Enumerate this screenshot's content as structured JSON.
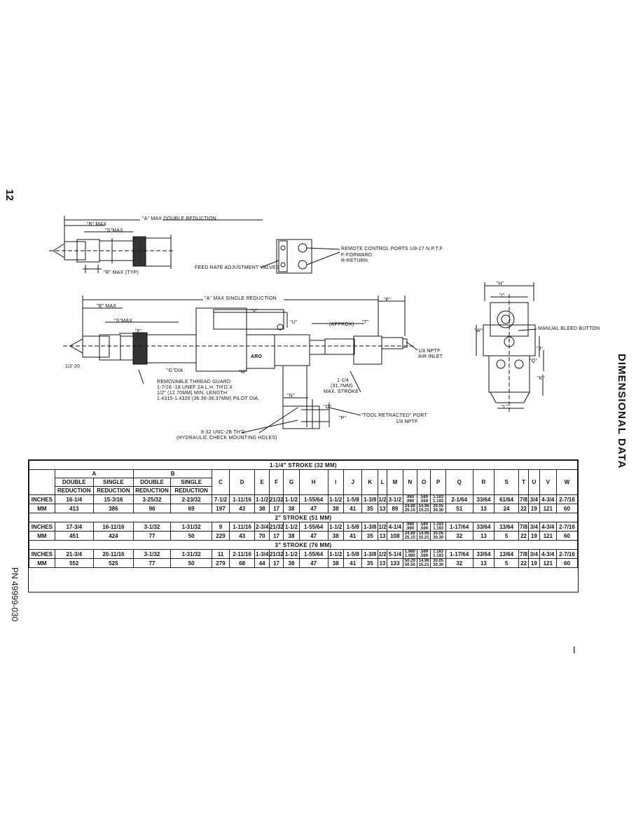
{
  "page": {
    "page_number": "12",
    "side_title": "DIMENSIONAL DATA",
    "part_number": "PN 49999-030"
  },
  "drawings": {
    "top": {
      "a_max_double": "\"A\" MAX DOUBLE REDUCTION",
      "b_max": "\"B\" MAX",
      "s_max": "\"S\"MAX",
      "r_max": "\"R\" MAX (TYP)",
      "feed_rate": "FEED RATE ADJUSTMENT VALVES",
      "remote_ports": "REMOTE CONTROL PORTS 1/8-27 N.P.T.F.",
      "forward": "F-FORWARD",
      "return": "R-RETURN"
    },
    "middle": {
      "a_max_single": "\"A\" MAX SINGLE REDUCTION",
      "b_max": "\"B\" MAX",
      "s_max": "\"S\"MAX",
      "f": "\"F\"",
      "e": "\"E\"",
      "v": "\"V\"",
      "u": "\"U\"",
      "t": "\"T\"",
      "approx": "(APPROX)",
      "half20": "1/2-20",
      "g_dia": "\"G\"DIA",
      "m": "\"M\"",
      "n": "\"N\"",
      "o": "\"O\"",
      "p": "\"P\"",
      "brand": "ARO",
      "guard_1": "REMOVABLE THREAD GUARD",
      "guard_2": "1-7/16 -18 UNEF 2A L.H. TH'D.X",
      "guard_3": "1/2\" (12.70MM) MIN. LENGTH",
      "guard_4": "1.4315-1.4320 (36.36-36.37MM) PILOT DIA.",
      "max_stroke_1": "1-1/4",
      "max_stroke_2": "(31.7MM)",
      "max_stroke_3": "MAX. STROKE",
      "air_inlet_1": "1/8 NPTF",
      "air_inlet_2": "AIR INLET",
      "tool_retracted_1": "\"TOOL RETRACTED\" PORT",
      "tool_retracted_2": "1/8 NPTF",
      "check_1": "8-32 UNC-2B TH'D.",
      "check_2": "(HYDRAULIC CHECK MOUNTING HOLES)"
    },
    "end_view": {
      "h": "\"H\"",
      "i": "\"I\"",
      "w": "\"W\"",
      "j": "\"J\"",
      "q": "\"Q\"",
      "k": "\"K\"",
      "l": "\"L\"",
      "bleed": "MANUAL BLEED BUTTON"
    }
  },
  "table": {
    "top_stroke": "1-1/4\" STROKE (32 MM)",
    "group_a": "A",
    "group_b": "B",
    "sub_headers": {
      "a_double_1": "DOUBLE",
      "a_double_2": "REDUCTION",
      "a_single_1": "SINGLE",
      "a_single_2": "REDUCTION",
      "b_double_1": "DOUBLE",
      "b_double_2": "REDUCTION",
      "b_single_1": "SINGLE",
      "b_single_2": "REDUCTION"
    },
    "letters": [
      "C",
      "D",
      "E",
      "F",
      "G",
      "H",
      "I",
      "J",
      "K",
      "L",
      "M",
      "N",
      "O",
      "P",
      "Q",
      "R",
      "S",
      "T",
      "U",
      "V",
      "W"
    ],
    "sections": [
      {
        "title": "",
        "inches": [
          "INCHES",
          "16-1/4",
          "15-3/16",
          "3-25/32",
          "2-23/32",
          "7-1/2",
          "1-11/16",
          "1-1/2",
          "21/32",
          "1-1/2",
          "1-55/64",
          "1-1/2",
          "1-5/8",
          "1-3/8",
          "1/2",
          "3-1/2",
          ".980\n.990",
          ".589\n.559",
          "1.183\n1.193",
          "2-1/64",
          "33/64",
          "61/64",
          "7/8",
          "3/4",
          "4-3/4",
          "2-7/16"
        ],
        "mm": [
          "MM",
          "413",
          "386",
          "96",
          "69",
          "197",
          "43",
          "38",
          "17",
          "38",
          "47",
          "38",
          "41",
          "35",
          "13",
          "89",
          "24.89\n25.15",
          "14.96\n15.21",
          "30.05\n30.30",
          "51",
          "13",
          "24",
          "22",
          "19",
          "121",
          "60"
        ]
      },
      {
        "title": "2\" STROKE (51 MM)",
        "inches": [
          "INCHES",
          "17-3/4",
          "16-11/16",
          "3-1/32",
          "1-31/32",
          "9",
          "1-11/16",
          "2-3/4",
          "21/32",
          "1-1/2",
          "1-55/64",
          "1-1/2",
          "1-5/8",
          "1-3/8",
          "1/2",
          "4-1/4",
          ".980\n.990",
          ".589\n.599",
          "1.183\n1.193",
          "1-17/64",
          "33/64",
          "13/64",
          "7/8",
          "3/4",
          "4-3/4",
          "2-7/16"
        ],
        "mm": [
          "MM",
          "451",
          "424",
          "77",
          "50",
          "229",
          "43",
          "70",
          "17",
          "38",
          "47",
          "38",
          "41",
          "35",
          "13",
          "108",
          "24.89\n25.15",
          "14.96\n15.21",
          "30.05\n30.30",
          "32",
          "13",
          "5",
          "22",
          "19",
          "121",
          "60"
        ]
      },
      {
        "title": "3\" STROKE (76 MM)",
        "inches": [
          "INCHES",
          "21-3/4",
          "20-11/16",
          "3-1/32",
          "1-31/32",
          "11",
          "2-11/16",
          "1-3/4",
          "21/32",
          "1-1/2",
          "1-55/64",
          "1-1/2",
          "1-5/8",
          "1-3/8",
          "1/2",
          "5-1/4",
          "1.980\n1.990",
          ".589\n.599",
          "1.183\n1.193",
          "1-17/64",
          "33/64",
          "13/64",
          "7/8",
          "3/4",
          "4-3/4",
          "2-7/16"
        ],
        "mm": [
          "MM",
          "552",
          "525",
          "77",
          "50",
          "279",
          "68",
          "44",
          "17",
          "38",
          "47",
          "38",
          "41",
          "35",
          "13",
          "133",
          "50.29\n50.55",
          "14.96\n15.21",
          "30.05\n30.30",
          "32",
          "13",
          "5",
          "22",
          "19",
          "121",
          "60"
        ]
      }
    ]
  }
}
